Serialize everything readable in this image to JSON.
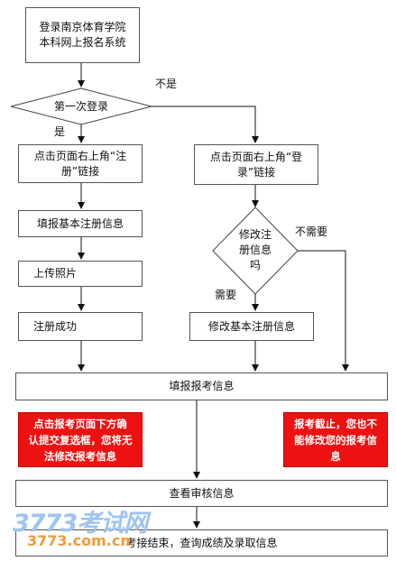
{
  "nodes": {
    "start": [
      "登录南京体育学院",
      "本科网上报名系统"
    ],
    "decision_first_login": "第一次登录",
    "left_register_link": [
      "点击页面右上角“注",
      "册”链接"
    ],
    "right_login_link": [
      "点击页面右上角“登",
      "录”链接"
    ],
    "fill_basic_info": "填报基本注册信息",
    "decision_modify": [
      "修改注",
      "册信息",
      "吗"
    ],
    "upload_photo": "上传照片",
    "register_success": "注册成功",
    "modify_basic_info": "修改基本注册信息",
    "fill_application": "填报报考信息",
    "warning_left": [
      "点击报考页面下方确",
      "认提交复选框，您将无",
      "法修改报考信息"
    ],
    "warning_right": [
      "报考截止，您也不",
      "能修改您的报考信",
      "息"
    ],
    "view_review": "查看审核信息",
    "end": "考接结束，查询成绩及录取信息"
  },
  "labels": {
    "yes": "是",
    "no": "不是",
    "need": "需要",
    "no_need": "不需要"
  },
  "watermark": {
    "logo": "3773考试网",
    "url": "3773.com.cn"
  }
}
